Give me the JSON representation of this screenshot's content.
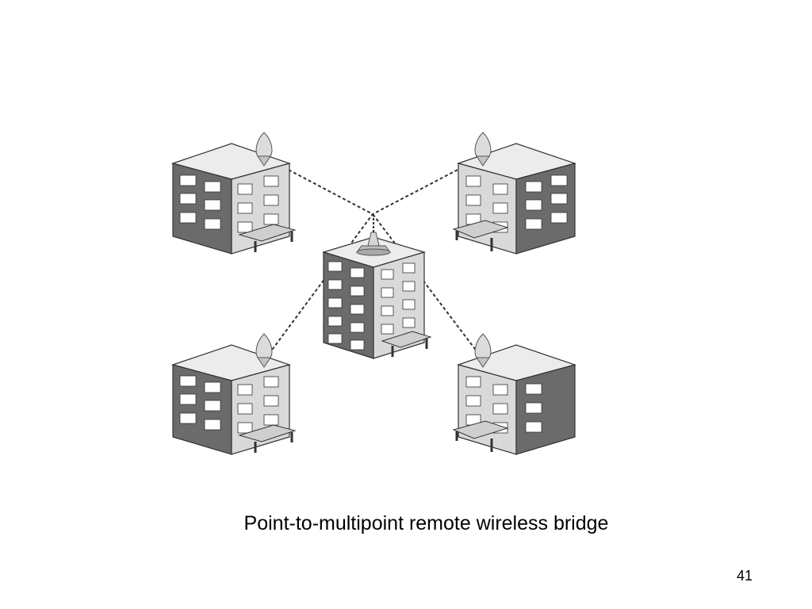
{
  "slide": {
    "caption": "Point-to-multipoint remote wireless bridge",
    "page_number": "41"
  },
  "diagram": {
    "hub": "central-building",
    "remotes": [
      "building-top-left",
      "building-top-right",
      "building-bottom-left",
      "building-bottom-right"
    ],
    "link_style": "dashed"
  },
  "colors": {
    "dark_face": "#6b6b6b",
    "light_face": "#d9d9d9",
    "roof": "#ececec",
    "window": "#ffffff",
    "outline": "#333333",
    "link": "#333333"
  }
}
